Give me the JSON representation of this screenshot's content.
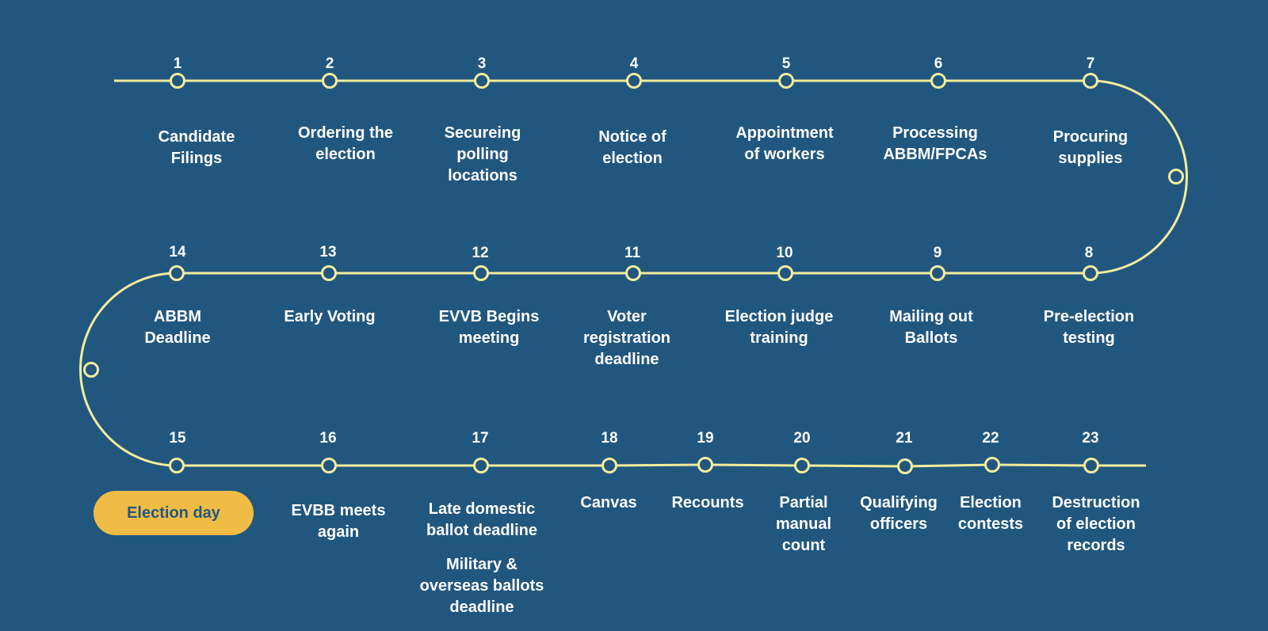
{
  "colors": {
    "background": "#21577f",
    "line": "#f3ec9c",
    "text": "#ffffff",
    "highlight": "#f0bc45"
  },
  "steps": [
    {
      "n": "1",
      "label": "Candidate\nFilings"
    },
    {
      "n": "2",
      "label": "Ordering the\nelection"
    },
    {
      "n": "3",
      "label": "Secureing\npolling\nlocations"
    },
    {
      "n": "4",
      "label": "Notice of\nelection"
    },
    {
      "n": "5",
      "label": "Appointment\nof workers"
    },
    {
      "n": "6",
      "label": "Processing\nABBM/FPCAs"
    },
    {
      "n": "7",
      "label": "Procuring\nsupplies"
    },
    {
      "n": "8",
      "label": "Pre-election\ntesting"
    },
    {
      "n": "9",
      "label": "Mailing out\nBallots"
    },
    {
      "n": "10",
      "label": "Election judge\ntraining"
    },
    {
      "n": "11",
      "label": "Voter\nregistration\ndeadline"
    },
    {
      "n": "12",
      "label": "EVVB Begins\nmeeting"
    },
    {
      "n": "13",
      "label": "Early Voting"
    },
    {
      "n": "14",
      "label": "ABBM\nDeadline"
    },
    {
      "n": "15",
      "label": "Election day"
    },
    {
      "n": "16",
      "label": "EVBB meets\nagain"
    },
    {
      "n": "17",
      "label": "Late domestic\nballot deadline"
    },
    {
      "n": "18",
      "label": "Canvas"
    },
    {
      "n": "19",
      "label": "Recounts"
    },
    {
      "n": "20",
      "label": "Partial\nmanual\ncount"
    },
    {
      "n": "21",
      "label": "Qualifying\nofficers"
    },
    {
      "n": "22",
      "label": "Election\ncontests"
    },
    {
      "n": "23",
      "label": "Destruction\nof election\nrecords"
    }
  ],
  "extra_note": "Military &\noverseas ballots\ndeadline"
}
